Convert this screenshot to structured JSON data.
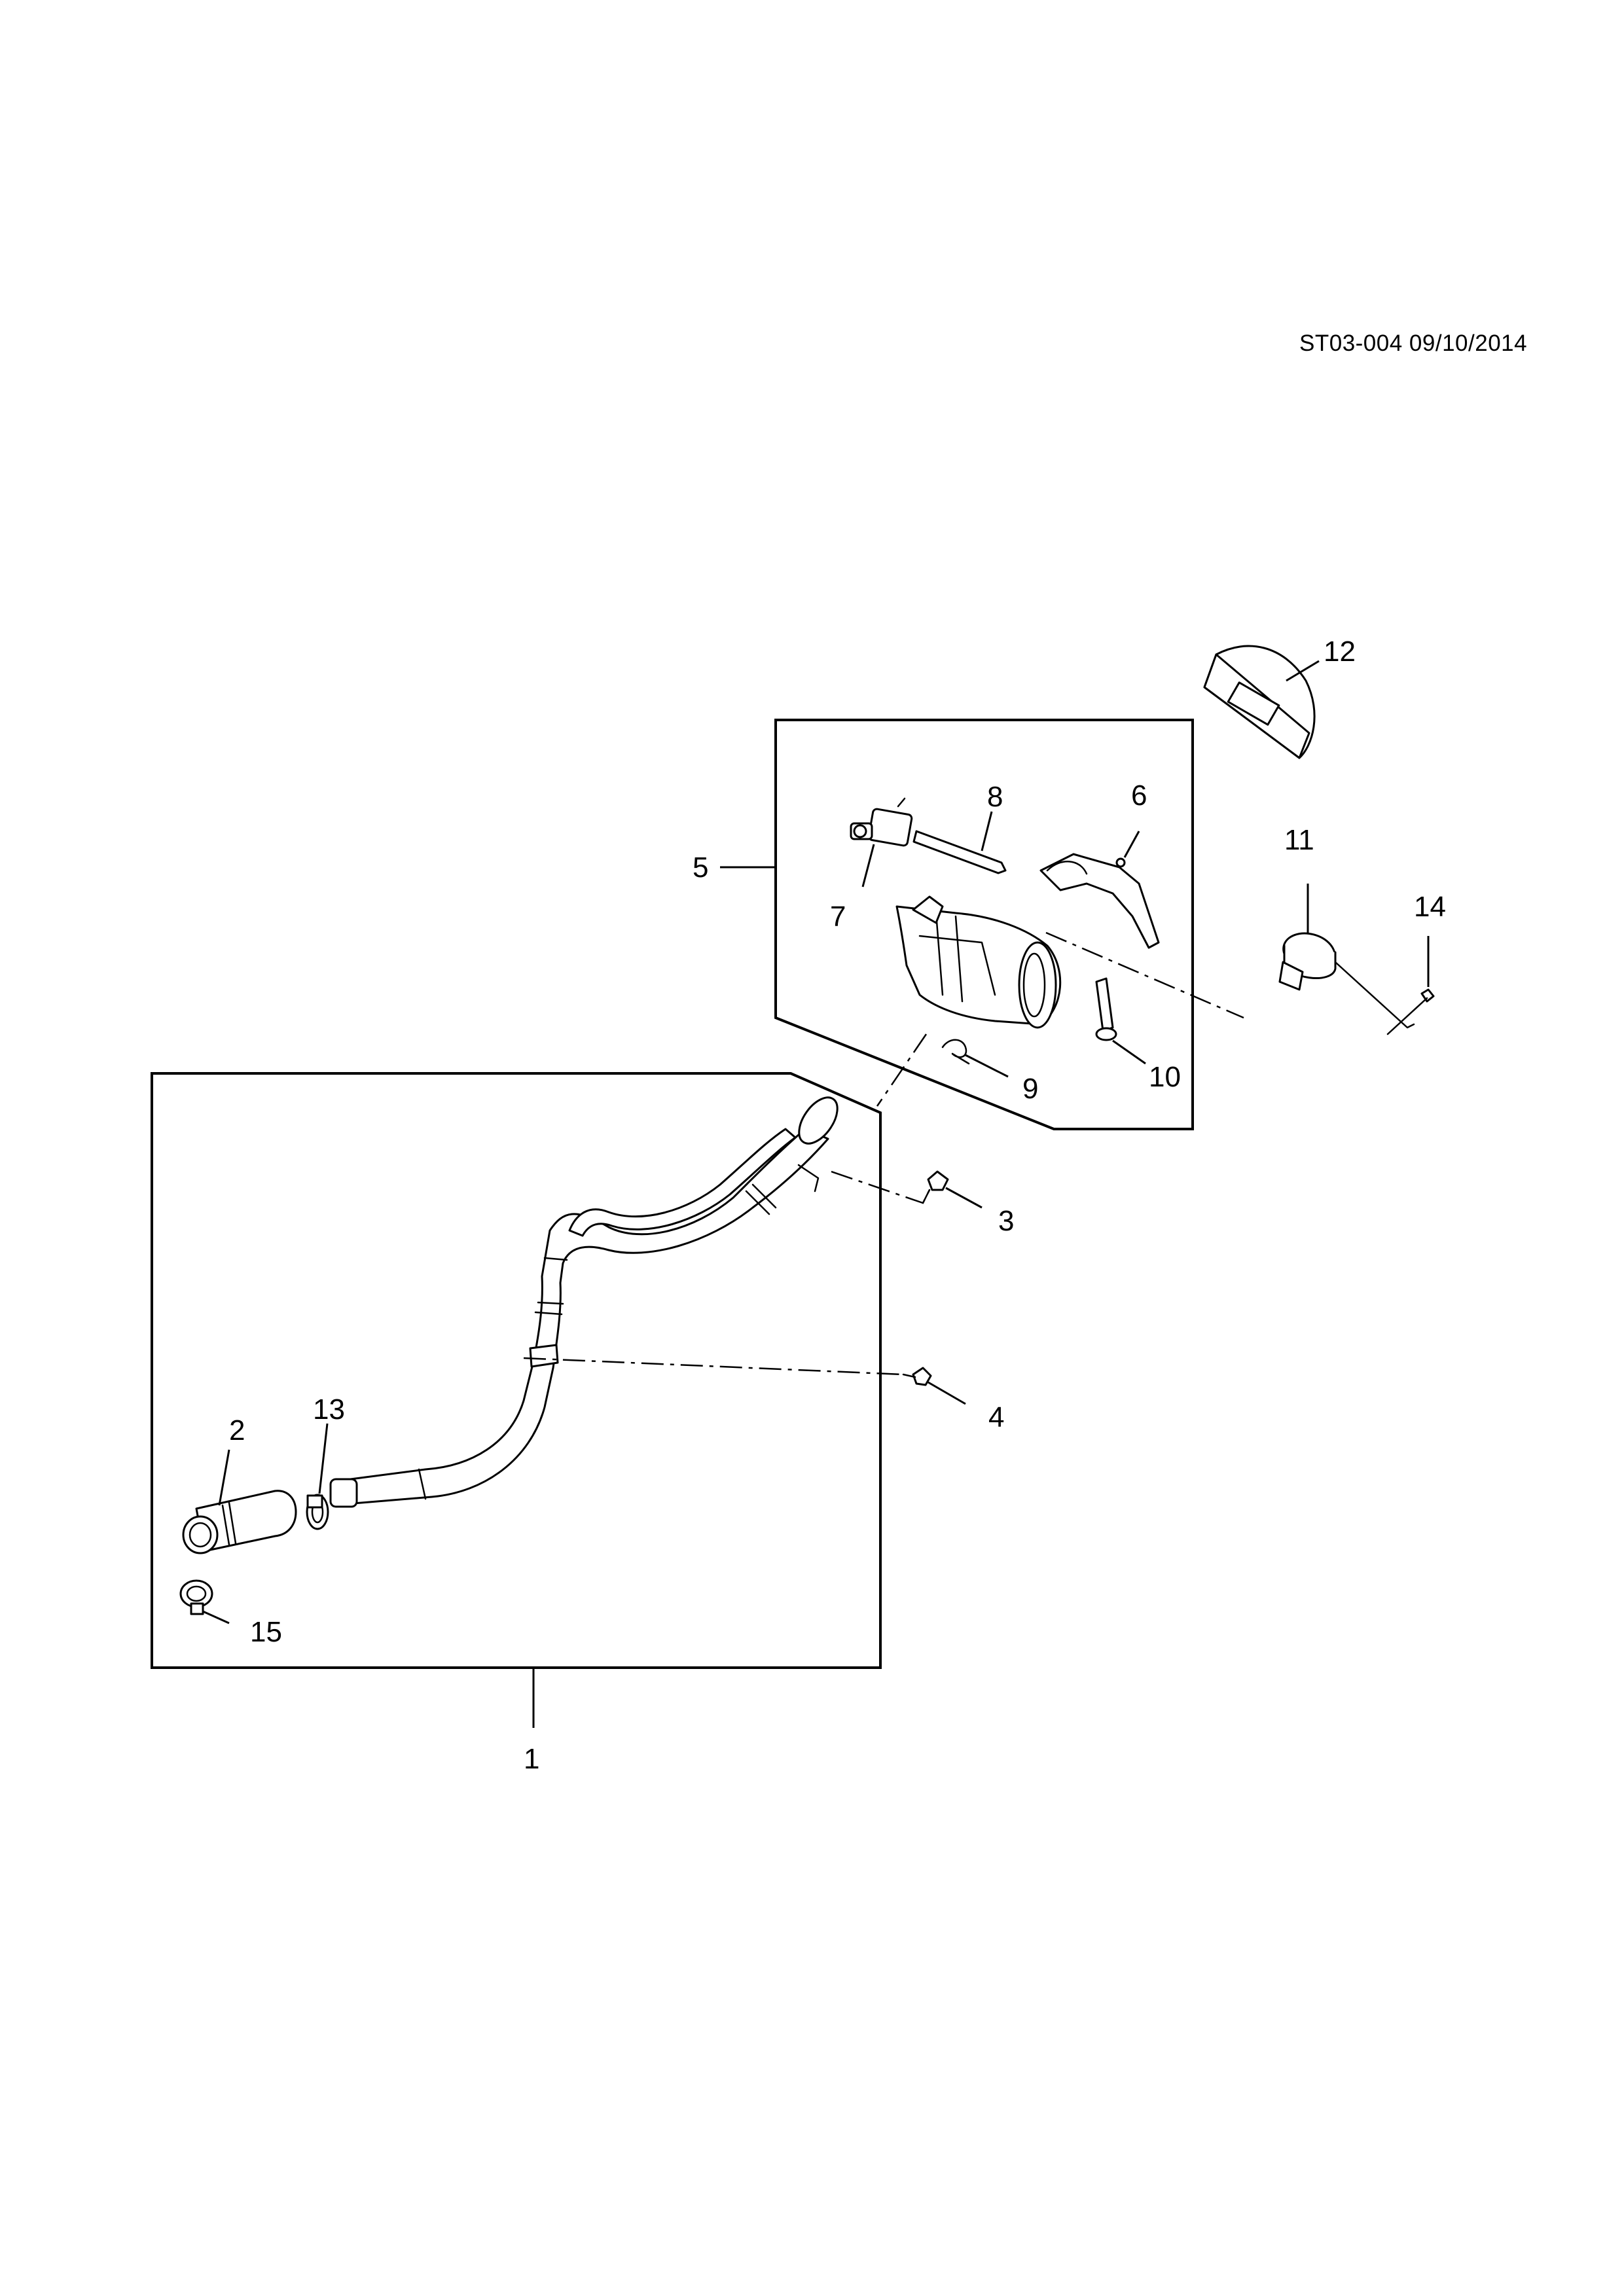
{
  "document": {
    "code": "ST03-004 09/10/2014"
  },
  "callouts": [
    {
      "id": "1",
      "label": "1"
    },
    {
      "id": "2",
      "label": "2"
    },
    {
      "id": "3",
      "label": "3"
    },
    {
      "id": "4",
      "label": "4"
    },
    {
      "id": "5",
      "label": "5"
    },
    {
      "id": "6",
      "label": "6"
    },
    {
      "id": "7",
      "label": "7"
    },
    {
      "id": "8",
      "label": "8"
    },
    {
      "id": "9",
      "label": "9"
    },
    {
      "id": "10",
      "label": "10"
    },
    {
      "id": "11",
      "label": "11"
    },
    {
      "id": "12",
      "label": "12"
    },
    {
      "id": "13",
      "label": "13"
    },
    {
      "id": "14",
      "label": "14"
    },
    {
      "id": "15",
      "label": "15"
    }
  ]
}
